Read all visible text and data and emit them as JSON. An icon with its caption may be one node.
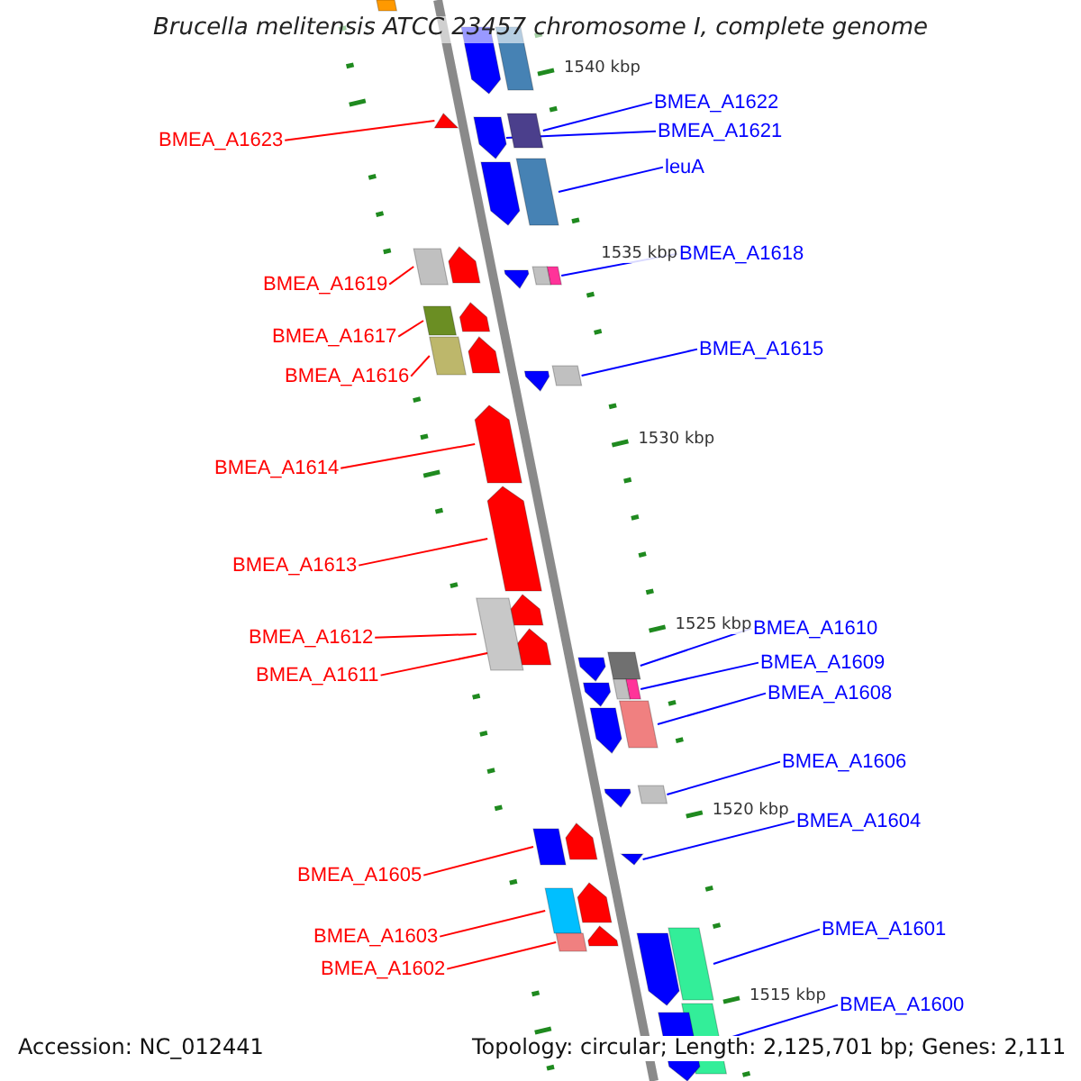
{
  "diagram": {
    "title": "Brucella melitensis ATCC 23457 chromosome I, complete genome",
    "nodes": [
      {
        "text": [
          "BMEA_A1622"
        ]
      },
      {
        "text": [],
        "shape": "box"
      },
      {
        "text": [
          "BMEA_A1621"
        ]
      },
      {
        "text": [],
        "shape": "arrow"
      },
      {
        "text": [
          "BMEA_A1623"
        ]
      },
      {
        "text": [],
        "shape": "arrow"
      },
      {
        "text": [
          "leuA"
        ]
      },
      {
        "text": [],
        "shape": "box"
      },
      {
        "text": [
          "BMEA_A1618"
        ]
      },
      {
        "text": [],
        "shape": "box"
      },
      {
        "text": [
          "BMEA_A1619"
        ]
      },
      {
        "text": [],
        "shape": "box"
      },
      {
        "text": [
          "BMEA_A1617"
        ]
      },
      {
        "text": [],
        "shape": "box"
      },
      {
        "text": [
          "BMEA_A1615"
        ]
      },
      {
        "text": [],
        "shape": "box"
      },
      {
        "text": [
          "BMEA_A1616"
        ]
      },
      {
        "text": [],
        "shape": "box"
      },
      {
        "text": [
          "BMEA_A1614"
        ]
      },
      {
        "text": [],
        "shape": "arrow"
      },
      {
        "text": [
          "BMEA_A1613"
        ]
      },
      {
        "text": [],
        "shape": "arrow"
      },
      {
        "text": [
          "BMEA_A1610"
        ]
      },
      {
        "text": [],
        "shape": "box"
      },
      {
        "text": [
          "BMEA_A1612"
        ]
      },
      {
        "text": [],
        "shape": "box"
      },
      {
        "text": [
          "BMEA_A1609"
        ]
      },
      {
        "text": [],
        "shape": "box"
      },
      {
        "text": [
          "BMEA_A1611"
        ]
      },
      {
        "text": [],
        "shape": "arrow"
      },
      {
        "text": [
          "BMEA_A1608"
        ]
      },
      {
        "text": [],
        "shape": "box"
      },
      {
        "text": [
          "BMEA_A1606"
        ]
      },
      {
        "text": [],
        "shape": "box"
      },
      {
        "text": [
          "BMEA_A1604"
        ]
      },
      {
        "text": [],
        "shape": "arrow"
      },
      {
        "text": [
          "BMEA_A1605"
        ]
      },
      {
        "text": [],
        "shape": "box"
      },
      {
        "text": [
          "BMEA_A1601"
        ]
      },
      {
        "text": [],
        "shape": "box"
      },
      {
        "text": [
          "BMEA_A1603"
        ]
      },
      {
        "text": [],
        "shape": "box"
      },
      {
        "text": [
          "BMEA_A1602"
        ]
      },
      {
        "text": [],
        "shape": "box"
      },
      {
        "text": [
          "BMEA_A1600"
        ]
      },
      {
        "text": [],
        "shape": "box"
      },
      {
        "text": [],
        "shape": "box"
      },
      {
        "text": [],
        "shape": "arrow"
      },
      {
        "text": [],
        "shape": "box"
      },
      {
        "text": [],
        "shape": "arrow"
      },
      {
        "text": [],
        "shape": "arrow"
      },
      {
        "text": [],
        "shape": "box"
      },
      {
        "text": [],
        "shape": "arrow"
      },
      {
        "text": [],
        "shape": "arrow"
      },
      {
        "text": [],
        "shape": "arrow"
      },
      {
        "text": [],
        "shape": "arrow"
      },
      {
        "text": [],
        "shape": "arrow"
      },
      {
        "text": [],
        "shape": "arrow"
      },
      {
        "text": [],
        "shape": "arrow"
      },
      {
        "text": [],
        "shape": "arrow"
      },
      {
        "text": [],
        "shape": "box"
      },
      {
        "text": [],
        "shape": "arrow"
      },
      {
        "text": [],
        "shape": "arrow"
      },
      {
        "text": [],
        "shape": "arrow"
      },
      {
        "text": [],
        "shape": "arrow"
      },
      {
        "text": [],
        "shape": "arrow"
      },
      {
        "text": [],
        "shape": "arrow"
      }
    ],
    "edges": [
      {
        "from": 0,
        "to": 1,
        "arrow": "none"
      },
      {
        "from": 2,
        "to": 3,
        "arrow": "none"
      },
      {
        "from": 4,
        "to": 5,
        "arrow": "none",
        "color": "#ff0000"
      },
      {
        "from": 6,
        "to": 7,
        "arrow": "none"
      },
      {
        "from": 8,
        "to": 9,
        "arrow": "none"
      },
      {
        "from": 10,
        "to": 11,
        "arrow": "none",
        "color": "#ff0000"
      },
      {
        "from": 12,
        "to": 13,
        "arrow": "none",
        "color": "#ff0000"
      },
      {
        "from": 14,
        "to": 15,
        "arrow": "none"
      },
      {
        "from": 16,
        "to": 17,
        "arrow": "none",
        "color": "#ff0000"
      },
      {
        "from": 18,
        "to": 19,
        "arrow": "none",
        "color": "#ff0000"
      },
      {
        "from": 20,
        "to": 21,
        "arrow": "none",
        "color": "#ff0000"
      },
      {
        "from": 22,
        "to": 23,
        "arrow": "none"
      },
      {
        "from": 24,
        "to": 25,
        "arrow": "none",
        "color": "#ff0000"
      },
      {
        "from": 26,
        "to": 27,
        "arrow": "none"
      },
      {
        "from": 28,
        "to": 29,
        "arrow": "none",
        "color": "#ff0000"
      },
      {
        "from": 30,
        "to": 31,
        "arrow": "none"
      },
      {
        "from": 32,
        "to": 33,
        "arrow": "none"
      },
      {
        "from": 34,
        "to": 35,
        "arrow": "none"
      },
      {
        "from": 36,
        "to": 37,
        "arrow": "none",
        "color": "#ff0000"
      },
      {
        "from": 38,
        "to": 39,
        "arrow": "none"
      },
      {
        "from": 40,
        "to": 41,
        "arrow": "none",
        "color": "#ff0000"
      },
      {
        "from": 42,
        "to": 43,
        "arrow": "none",
        "color": "#ff0000"
      },
      {
        "from": 44,
        "to": 45,
        "arrow": "none"
      }
    ],
    "labels": [
      "1540 kbp",
      "1535 kbp",
      "1530 kbp",
      "1525 kbp",
      "1520 kbp",
      "1515 kbp",
      "Accession: NC_012441",
      "Topology: circular; Length: 2,125,701 bp; Genes: 2,111"
    ]
  }
}
